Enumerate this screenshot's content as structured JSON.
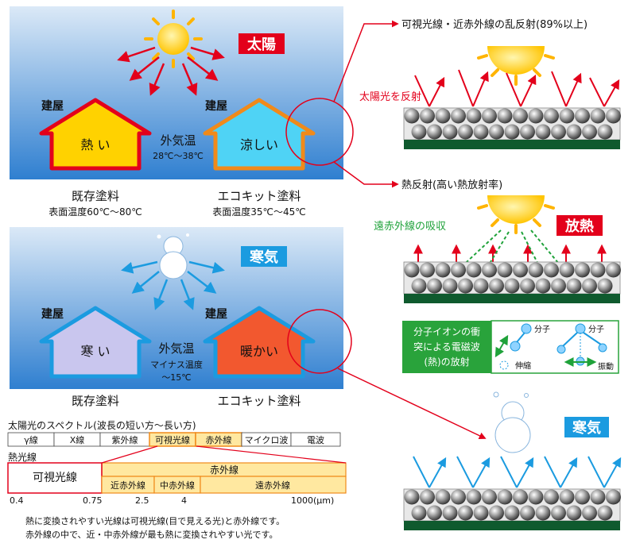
{
  "panel_summer": {
    "sun_label": "太陽",
    "building_left_caption": "建屋",
    "building_left_text": "熱 い",
    "building_right_caption": "建屋",
    "building_right_text": "涼しい",
    "outside_temp_label": "外気温",
    "outside_temp_value": "28℃～38℃",
    "existing_paint": "既存塗料",
    "existing_surface": "表面温度60℃～80℃",
    "eco_paint": "エコキット塗料",
    "eco_surface": "表面温度35℃～45℃"
  },
  "panel_winter": {
    "cold_label": "寒気",
    "building_left_caption": "建屋",
    "building_left_text": "寒 い",
    "building_right_caption": "建屋",
    "building_right_text": "暖かい",
    "outside_temp_label": "外気温",
    "outside_temp_value1": "マイナス温度",
    "outside_temp_value2": "～15℃",
    "existing_paint": "既存塗料",
    "eco_paint": "エコキット塗料"
  },
  "spectrum": {
    "title": "太陽光のスペクトル(波長の短い方～長い方)",
    "bands": [
      "γ線",
      "X線",
      "紫外線",
      "可視光線",
      "赤外線",
      "マイクロ波",
      "電波"
    ],
    "heat_rays_label": "熱光線",
    "visible_label": "可視光線",
    "infrared_label": "赤外線",
    "sub_bands": [
      "近赤外線",
      "中赤外線",
      "遠赤外線"
    ],
    "scale": [
      "0.4",
      "0.75",
      "2.5",
      "4",
      "1000(μm)"
    ],
    "note1": "熱に変換されやすい光線は可視光線(目で見える光)と赤外線です。",
    "note2": "赤外線の中で、近・中赤外線が最も熱に変換されやすい光です。"
  },
  "detail_top": {
    "title": "可視光線・近赤外線の乱反射(89%以上)",
    "label": "太陽光を反射"
  },
  "detail_middle": {
    "title": "熱反射(高い熱放射率)",
    "absorb_label": "遠赤外線の吸収",
    "radiate_badge": "放熱",
    "ion_text1": "分子イオンの衝",
    "ion_text2": "突による電磁波",
    "ion_text3": "(熱)の放射",
    "molecule1": "分子",
    "molecule2": "分子",
    "stretch": "伸縮",
    "vibration": "振動"
  },
  "detail_bottom": {
    "cold_badge": "寒気"
  },
  "colors": {
    "sky_top": "#dbe9f7",
    "sky_bottom": "#2f7fd0",
    "badge_red": "#e3001b",
    "badge_blue": "#1b9be0",
    "arrow_red": "#e3001b",
    "arrow_blue": "#1b9be0",
    "arrow_green": "#1fa23a",
    "house_hot": "#ffd200",
    "house_cool": "#4fd3f5",
    "house_cold": "#c9c6ee",
    "house_warm": "#f2582f",
    "ion_box": "#29a33b"
  }
}
